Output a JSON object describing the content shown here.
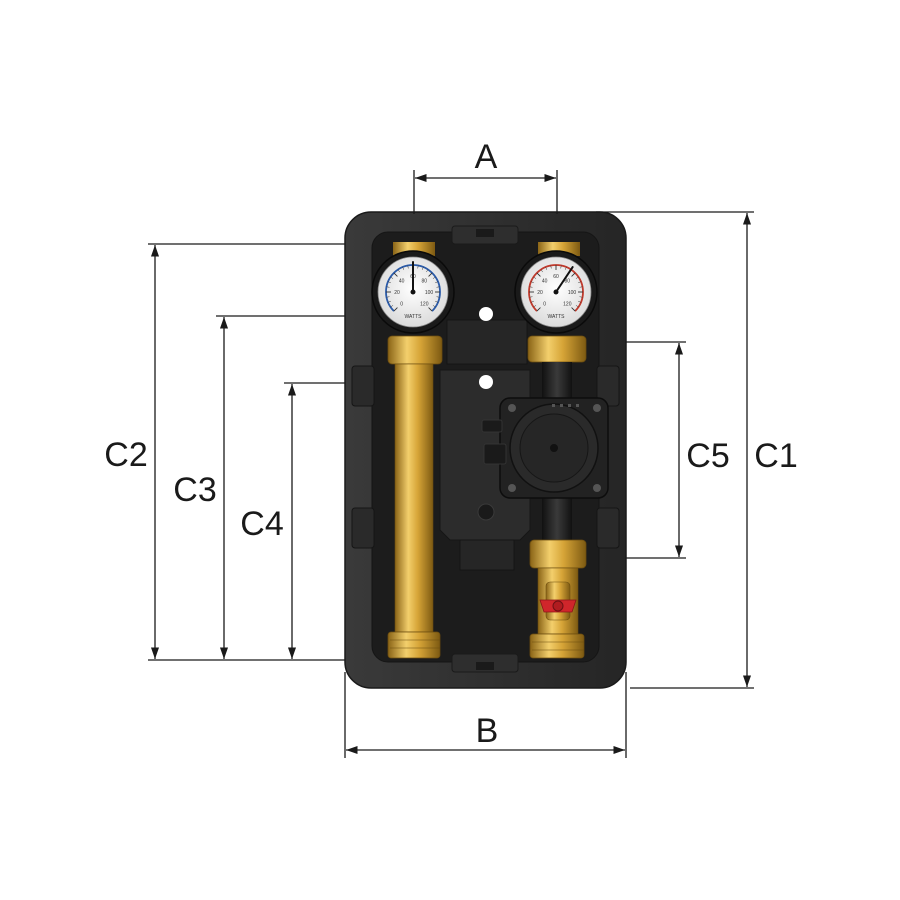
{
  "dimensions": {
    "A": "A",
    "B": "B",
    "C1": "C1",
    "C2": "C2",
    "C3": "C3",
    "C4": "C4",
    "C5": "C5"
  },
  "gauges": {
    "left": {
      "scale_min": "0",
      "ticks": [
        "20",
        "40",
        "60",
        "80",
        "100",
        "120"
      ],
      "needle_value": 60,
      "brand": "WATTS",
      "dial_color": "#f2f2f2",
      "scale_color": "#2a5aa8"
    },
    "right": {
      "scale_min": "0",
      "ticks": [
        "20",
        "40",
        "60",
        "80",
        "100",
        "120"
      ],
      "needle_value": 75,
      "brand": "WATTS",
      "dial_color": "#f2f2f2",
      "scale_color": "#c0392b"
    }
  },
  "colors": {
    "insulation": "#2b2b2b",
    "brass": "#c89a2e",
    "pump": "#1e1e1e",
    "valve_handle": "#d0262b"
  }
}
